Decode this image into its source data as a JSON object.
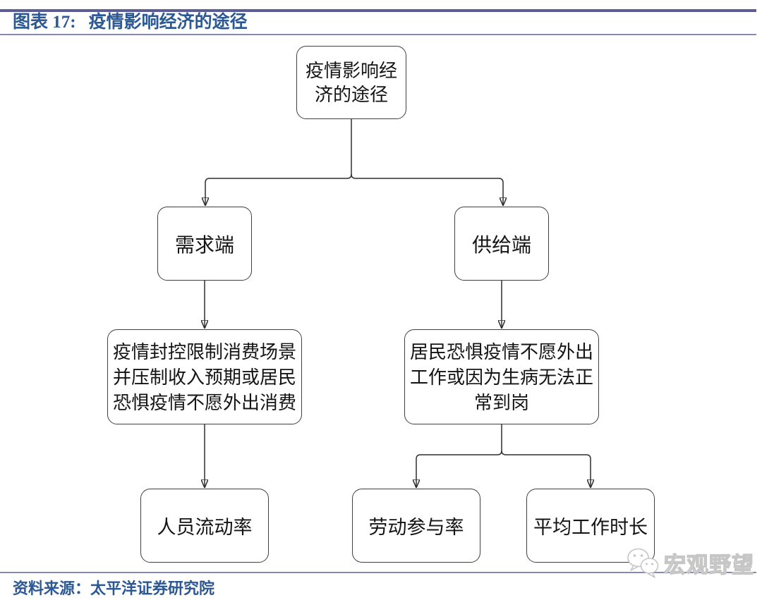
{
  "header": {
    "figure_label": "图表 17:",
    "figure_title": "疫情影响经济的途径"
  },
  "diagram": {
    "nodes": {
      "root": {
        "label": "疫情影响经\n济的途径"
      },
      "demand": {
        "label": "需求端"
      },
      "supply": {
        "label": "供给端"
      },
      "demand_detail": {
        "label": "疫情封控限制消费场景\n并压制收入预期或居民\n恐惧疫情不愿外出消费"
      },
      "supply_detail": {
        "label": "居民恐惧疫情不愿外出\n工作或因为生病无法正\n常到岗"
      },
      "mobility": {
        "label": "人员流动率"
      },
      "participation": {
        "label": "劳动参与率"
      },
      "hours": {
        "label": "平均工作时长"
      }
    },
    "edges": [
      {
        "from": "root",
        "to": "demand"
      },
      {
        "from": "root",
        "to": "supply"
      },
      {
        "from": "demand",
        "to": "demand_detail"
      },
      {
        "from": "supply",
        "to": "supply_detail"
      },
      {
        "from": "demand_detail",
        "to": "mobility"
      },
      {
        "from": "supply_detail",
        "to": "participation"
      },
      {
        "from": "supply_detail",
        "to": "hours"
      }
    ]
  },
  "footer": {
    "source": "资料来源：太平洋证券研究院"
  },
  "watermark": {
    "text": "宏观野望",
    "icon": "wechat-icon"
  },
  "colors": {
    "rule_thick": "#5b5d95",
    "rule_thin": "#8789b3",
    "heading_text": "#2c5894",
    "box_border": "#404040",
    "connector": "#2f2f2f",
    "watermark_gray": "#c6c6c6"
  }
}
